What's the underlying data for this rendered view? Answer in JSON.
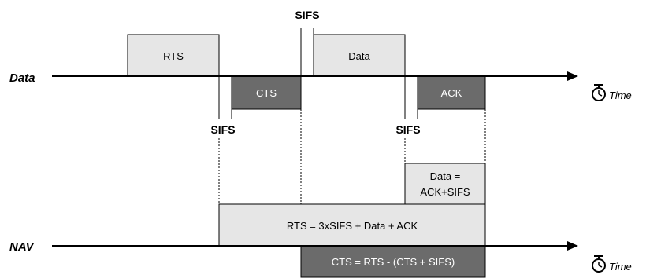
{
  "rows": {
    "data_label": "Data",
    "nav_label": "NAV"
  },
  "frames": {
    "rts": "RTS",
    "cts": "CTS",
    "data": "Data",
    "ack": "ACK"
  },
  "sifs": {
    "label": "SIFS"
  },
  "nav_boxes": {
    "data_nav_line1": "Data =",
    "data_nav_line2": "ACK+SIFS",
    "rts_nav": "RTS = 3xSIFS + Data + ACK",
    "cts_nav": "CTS = RTS - (CTS + SIFS)"
  },
  "time": {
    "label": "Time"
  },
  "colors": {
    "light_box": "#e6e6e6",
    "dark_box": "#6b6b6b",
    "line": "#000000"
  }
}
